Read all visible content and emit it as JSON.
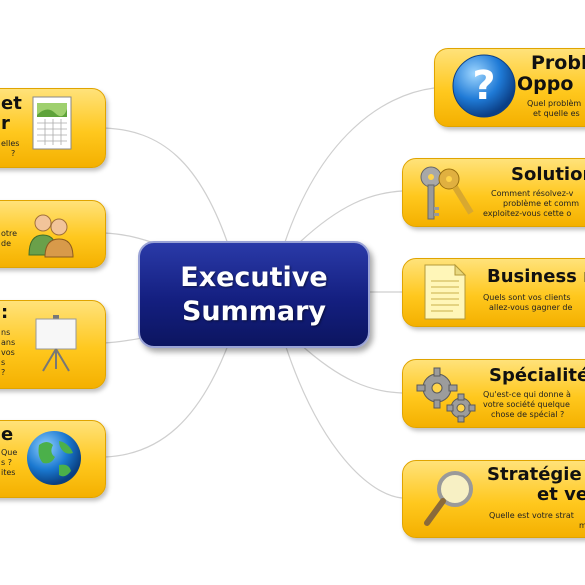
{
  "center": {
    "title": "Executive\nSummary"
  },
  "left_nodes": [
    {
      "id": "planning",
      "title_lines": [
        "et",
        "r"
      ],
      "desc_lines": [
        "elles",
        "?"
      ],
      "icon": "calendar-icon"
    },
    {
      "id": "team",
      "title_lines": [],
      "desc_lines": [
        "otre",
        "de"
      ],
      "icon": "people-icon"
    },
    {
      "id": "presentation",
      "title_lines": [
        ":"
      ],
      "desc_lines": [
        "ns",
        "ans",
        "vos",
        "s",
        "?"
      ],
      "icon": "presentation-board-icon"
    },
    {
      "id": "global",
      "title_lines": [
        "e"
      ],
      "desc_lines": [
        "Que",
        "s ?",
        "ites"
      ],
      "icon": "globe-icon"
    }
  ],
  "right_nodes": [
    {
      "id": "problem",
      "title_lines": [
        "Probl",
        "Oppo"
      ],
      "desc_lines": [
        "Quel problèm",
        "et quelle es"
      ],
      "icon": "question-mark-icon"
    },
    {
      "id": "solution",
      "title_lines": [
        "Solution"
      ],
      "desc_lines": [
        "Comment résolvez-v",
        "problème et comm",
        "exploitez-vous cette o"
      ],
      "icon": "keys-icon"
    },
    {
      "id": "business",
      "title_lines": [
        "Business m"
      ],
      "desc_lines": [
        "Quels sont vos clients",
        "allez-vous gagner de"
      ],
      "icon": "document-icon"
    },
    {
      "id": "speciality",
      "title_lines": [
        "Spécialité"
      ],
      "desc_lines": [
        "Qu'est-ce qui donne à",
        "votre société quelque",
        "chose de spécial ?"
      ],
      "icon": "gears-icon"
    },
    {
      "id": "strategy",
      "title_lines": [
        "Stratégie r",
        "et ve"
      ],
      "desc_lines": [
        "Quelle est votre strat",
        "marc"
      ],
      "icon": "magnifier-icon"
    }
  ],
  "colors": {
    "node_fill": "#ffc81e",
    "center_fill": "#141f80",
    "connector": "#cfcfcf"
  }
}
